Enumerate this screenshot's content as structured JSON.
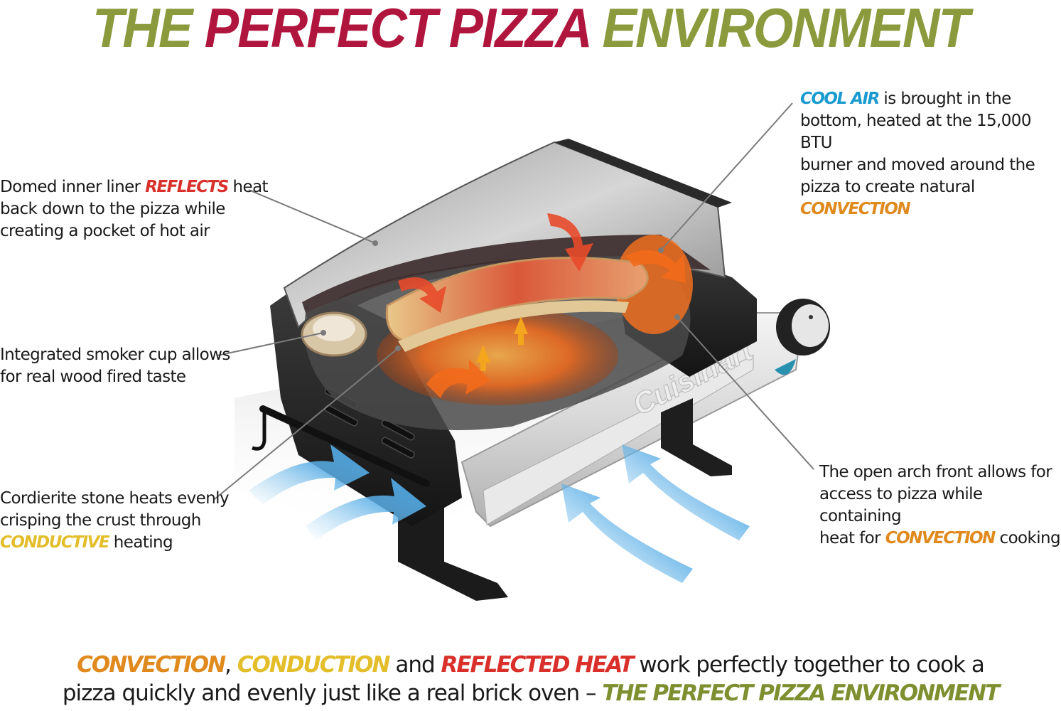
{
  "title": {
    "part1": "THE ",
    "part2": "PERFECT PIZZA",
    "part3": " ENVIRONMENT"
  },
  "colors": {
    "title_green": "#8a9a3c",
    "title_red": "#b0163d",
    "reflect_red": "#d9302b",
    "cool_air_blue": "#1a9bd0",
    "convection_orange": "#e08a1e",
    "conduction_yellow": "#e3be2a",
    "footer_green": "#7d8f2f"
  },
  "callouts": {
    "liner": {
      "pre": "Domed inner liner ",
      "keyword": "REFLECTS",
      "post": " heat",
      "line2": "back down to the pizza while",
      "line3": "creating a pocket of hot air"
    },
    "smoker": {
      "line1": "Integrated smoker cup allows",
      "line2": "for real wood fired taste"
    },
    "stone": {
      "line1": "Cordierite stone heats evenly",
      "line2": "crisping the crust through",
      "keyword": "CONDUCTIVE",
      "post": " heating"
    },
    "cool_air": {
      "keyword": "COOL AIR",
      "post": " is brought in the",
      "line2": "bottom, heated at the 15,000 BTU",
      "line3": "burner and moved around the",
      "line4": "pizza to create natural",
      "keyword2": "CONVECTION"
    },
    "arch": {
      "line1": "The open arch front allows for",
      "line2": "access to pizza while containing",
      "pre3": "heat for ",
      "keyword": "CONVECTION",
      "post3": " cooking"
    }
  },
  "illustration": {
    "brand_label": "Cuisinart"
  },
  "footer": {
    "kw1": "CONVECTION",
    "sep1": ", ",
    "kw2": "CONDUCTION",
    "mid": " and ",
    "kw3": "REFLECTED HEAT",
    "line1_rest": " work perfectly together to cook a",
    "line2_pre": "pizza quickly and evenly just like a real brick oven – ",
    "kw4": "THE PERFECT PIZZA ENVIRONMENT"
  }
}
